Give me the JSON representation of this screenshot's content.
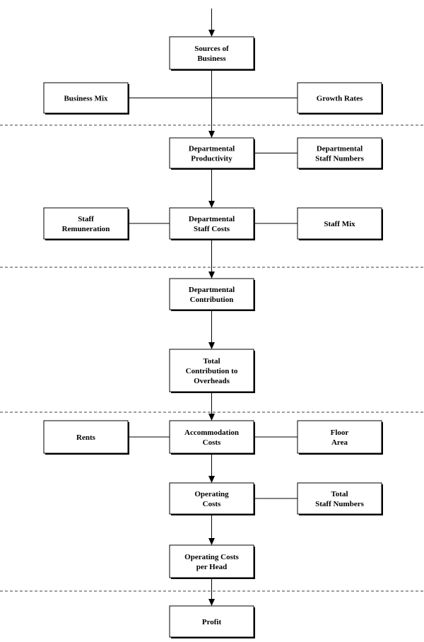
{
  "diagram": {
    "nodes": {
      "sources_of_business": [
        "Sources of",
        "Business"
      ],
      "business_mix": [
        "Business Mix"
      ],
      "growth_rates": [
        "Growth Rates"
      ],
      "departmental_productivity": [
        "Departmental",
        "Productivity"
      ],
      "departmental_staff_numbers": [
        "Departmental",
        "Staff Numbers"
      ],
      "staff_remuneration": [
        "Staff",
        "Remuneration"
      ],
      "departmental_staff_costs": [
        "Departmental",
        "Staff Costs"
      ],
      "staff_mix": [
        "Staff Mix"
      ],
      "departmental_contribution": [
        "Departmental",
        "Contribution"
      ],
      "total_contribution": [
        "Total",
        "Contribution to",
        "Overheads"
      ],
      "rents": [
        "Rents"
      ],
      "accommodation_costs": [
        "Accommodation",
        "Costs"
      ],
      "floor_area": [
        "Floor",
        "Area"
      ],
      "operating_costs": [
        "Operating",
        "Costs"
      ],
      "total_staff_numbers": [
        "Total",
        "Staff Numbers"
      ],
      "operating_costs_per_head": [
        "Operating Costs",
        "per Head"
      ],
      "profit": [
        "Profit"
      ]
    },
    "flow": [
      [
        "sources_of_business",
        "departmental_productivity"
      ],
      [
        "departmental_productivity",
        "departmental_staff_costs"
      ],
      [
        "departmental_staff_costs",
        "departmental_contribution"
      ],
      [
        "departmental_contribution",
        "total_contribution"
      ],
      [
        "total_contribution",
        "accommodation_costs"
      ],
      [
        "accommodation_costs",
        "operating_costs"
      ],
      [
        "operating_costs",
        "operating_costs_per_head"
      ],
      [
        "operating_costs_per_head",
        "profit"
      ]
    ],
    "side_links": [
      [
        "business_mix",
        "growth_rates"
      ],
      [
        "departmental_productivity",
        "departmental_staff_numbers"
      ],
      [
        "staff_remuneration",
        "departmental_staff_costs"
      ],
      [
        "departmental_staff_costs",
        "staff_mix"
      ],
      [
        "rents",
        "accommodation_costs"
      ],
      [
        "accommodation_costs",
        "floor_area"
      ],
      [
        "operating_costs",
        "total_staff_numbers"
      ]
    ]
  }
}
